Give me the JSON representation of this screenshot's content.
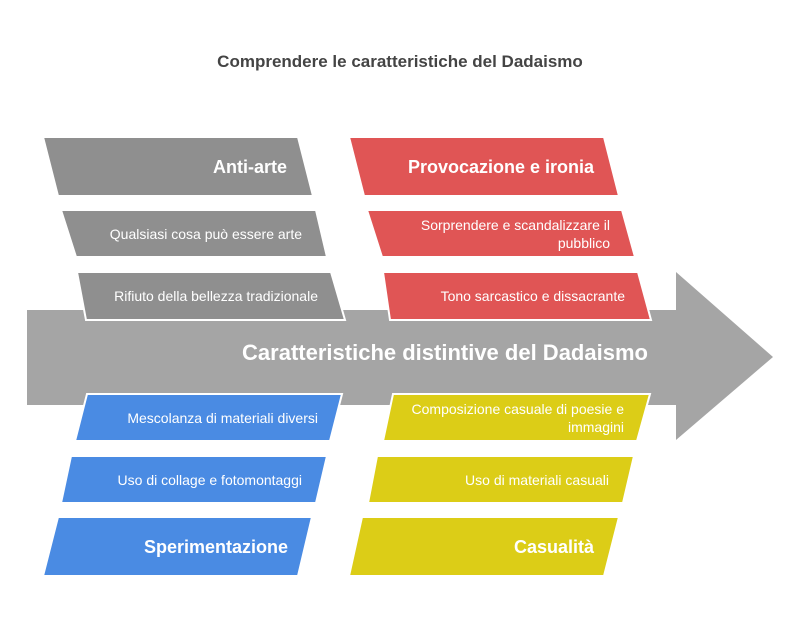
{
  "title": "Comprendere le caratteristiche del Dadaismo",
  "spine": {
    "label": "Caratteristiche distintive del Dadaismo",
    "color": "#a5a5a5"
  },
  "categories": [
    {
      "name": "anti-arte",
      "label": "Anti-arte",
      "color": "#8f8f8f",
      "items": [
        "Qualsiasi cosa può essere arte",
        "Rifiuto della bellezza tradizionale"
      ]
    },
    {
      "name": "provocazione",
      "label": "Provocazione e ironia",
      "color": "#e05555",
      "items": [
        "Sorprendere e scandalizzare il pubblico",
        "Tono sarcastico e dissacrante"
      ]
    },
    {
      "name": "sperimentazione",
      "label": "Sperimentazione",
      "color": "#4a8be3",
      "items": [
        "Mescolanza di materiali diversi",
        "Uso di collage e fotomontaggi"
      ]
    },
    {
      "name": "casualita",
      "label": "Casualità",
      "color": "#dccd17",
      "items": [
        "Composizione casuale di poesie e immagini",
        "Uso di materiali casuali"
      ]
    }
  ]
}
